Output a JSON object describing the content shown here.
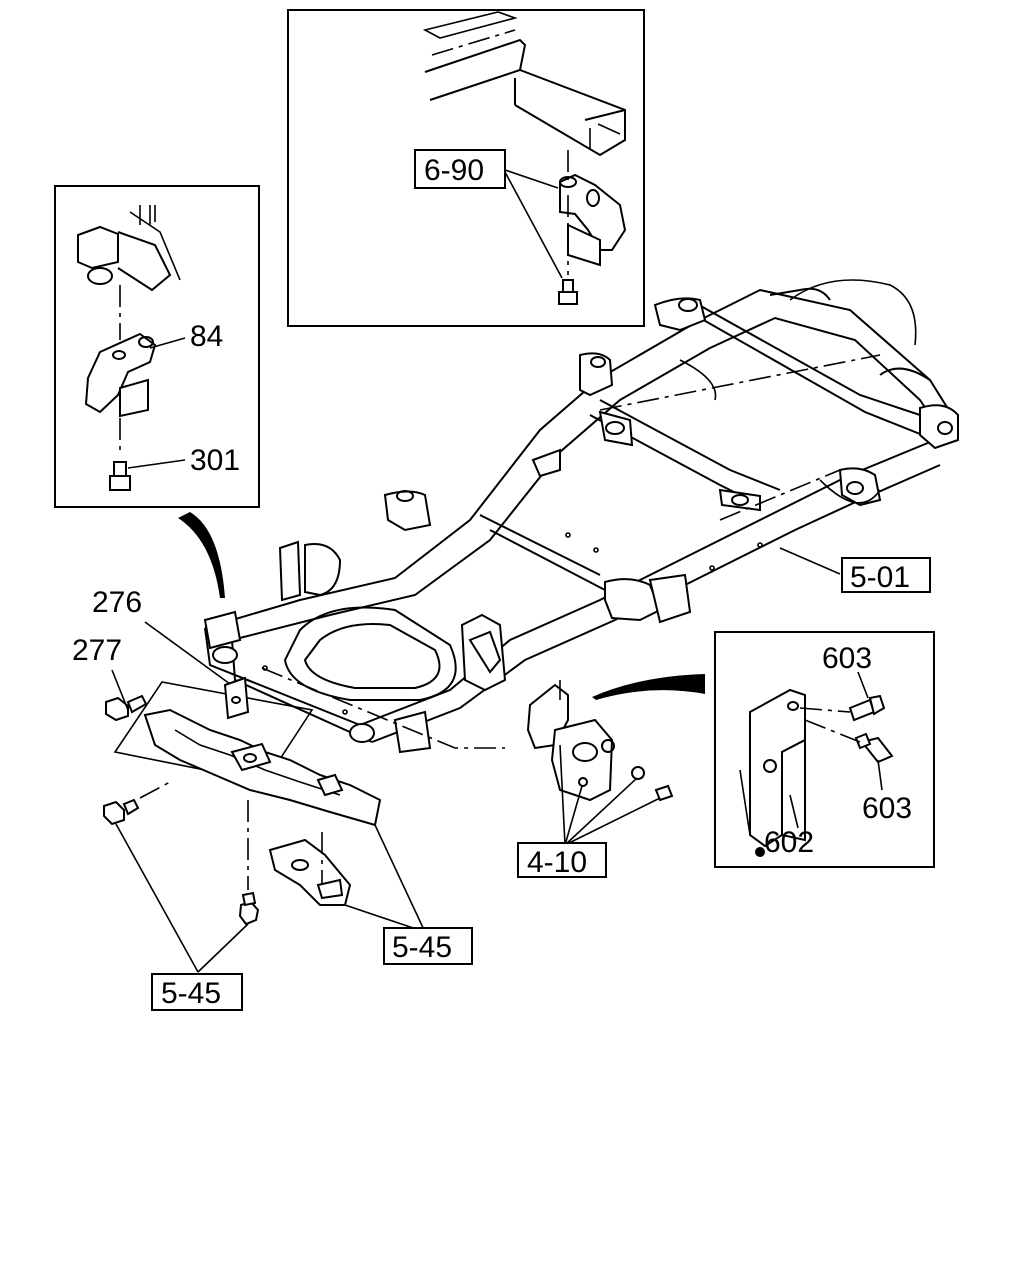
{
  "diagram": {
    "subject": "vehicle frame exploded parts diagram",
    "callouts": {
      "ref_6_90": "6-90",
      "ref_5_01": "5-01",
      "ref_4_10": "4-10",
      "ref_5_45_right": "5-45",
      "ref_5_45_left": "5-45",
      "part_84": "84",
      "part_301": "301",
      "part_276": "276",
      "part_277": "277",
      "part_603_top": "603",
      "part_603_bottom": "603",
      "part_602": "602"
    }
  }
}
